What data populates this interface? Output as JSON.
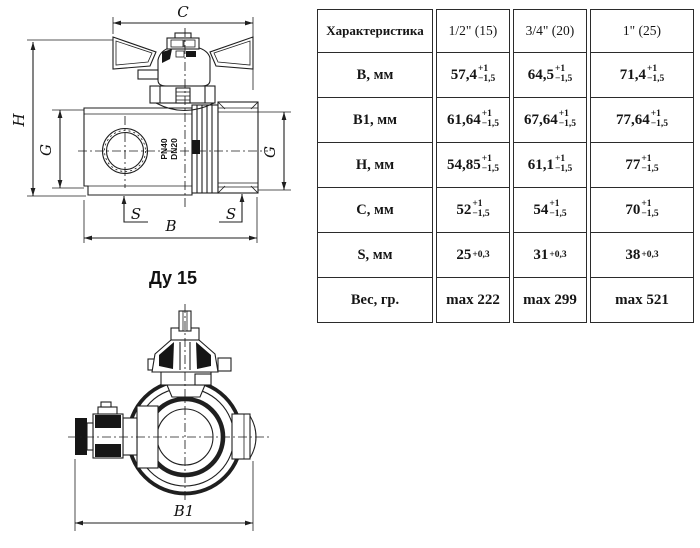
{
  "page": {
    "background": "#ffffff",
    "line_color": "#1f1f1f"
  },
  "drawing_top": {
    "caption": "Ду 15",
    "labels": {
      "c": "C",
      "h": "H",
      "g_left": "G",
      "g_right": "G",
      "s_left": "S",
      "s_right": "S",
      "b": "B"
    },
    "body_marking": {
      "line1": "PN40",
      "line2": "DN20"
    }
  },
  "drawing_bottom": {
    "labels": {
      "b1": "B1"
    }
  },
  "table": {
    "header_col": "Характеристика",
    "size_cols": [
      "1/2\" (15)",
      "3/4\" (20)",
      "1\" (25)"
    ],
    "rows": [
      {
        "param": "В, мм",
        "values": [
          {
            "base": "57,4",
            "sup": "+1",
            "sub": "−1,5"
          },
          {
            "base": "64,5",
            "sup": "+1",
            "sub": "−1,5"
          },
          {
            "base": "71,4",
            "sup": "+1",
            "sub": "−1,5"
          }
        ]
      },
      {
        "param": "В1, мм",
        "values": [
          {
            "base": "61,64",
            "sup": "+1",
            "sub": "−1,5"
          },
          {
            "base": "67,64",
            "sup": "+1",
            "sub": "−1,5"
          },
          {
            "base": "77,64",
            "sup": "+1",
            "sub": "−1,5"
          }
        ]
      },
      {
        "param": "Н, мм",
        "values": [
          {
            "base": "54,85",
            "sup": "+1",
            "sub": "−1,5"
          },
          {
            "base": "61,1",
            "sup": "+1",
            "sub": "−1,5"
          },
          {
            "base": "77",
            "sup": "+1",
            "sub": "−1,5"
          }
        ]
      },
      {
        "param": "С, мм",
        "values": [
          {
            "base": "52",
            "sup": "+1",
            "sub": "−1,5"
          },
          {
            "base": "54",
            "sup": "+1",
            "sub": "−1,5"
          },
          {
            "base": "70",
            "sup": "+1",
            "sub": "−1,5"
          }
        ]
      },
      {
        "param": "S, мм",
        "values": [
          {
            "base": "25",
            "sup": "+0,3",
            "sub": ""
          },
          {
            "base": "31",
            "sup": "+0,3",
            "sub": ""
          },
          {
            "base": "38",
            "sup": "+0,3",
            "sub": ""
          }
        ]
      },
      {
        "param": "Вес, гр.",
        "values": [
          {
            "base": "max 222",
            "sup": "",
            "sub": ""
          },
          {
            "base": "max 299",
            "sup": "",
            "sub": ""
          },
          {
            "base": "max 521",
            "sup": "",
            "sub": ""
          }
        ]
      }
    ]
  }
}
